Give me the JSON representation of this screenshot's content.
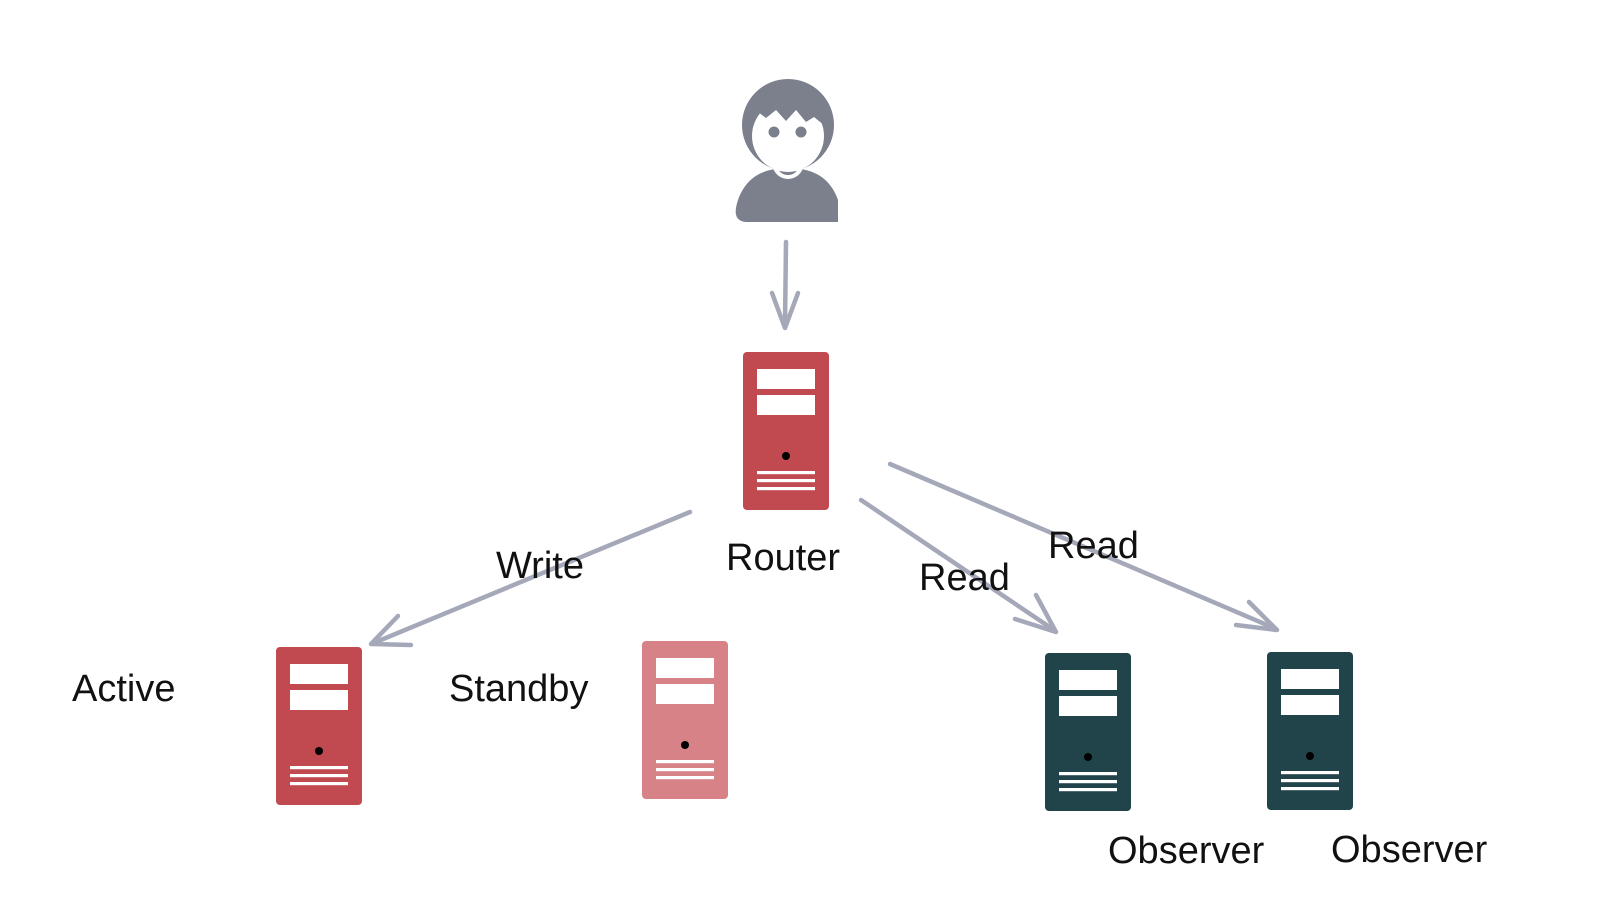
{
  "colors": {
    "router_server": "#c04a4f",
    "active_server": "#c04a4f",
    "standby_server": "#d68286",
    "observer_server": "#21444a",
    "observer_led": "#4fd2e6",
    "person": "#7b808c",
    "arrow": "#a4a8b8",
    "label_text": "#111111"
  },
  "nodes": {
    "user": {
      "icon": "person-icon"
    },
    "router": {
      "label": "Router",
      "icon": "server-icon"
    },
    "active": {
      "label": "Active",
      "icon": "server-icon"
    },
    "standby": {
      "label": "Standby",
      "icon": "server-icon"
    },
    "observer_1": {
      "label": "Observer",
      "icon": "server-icon"
    },
    "observer_2": {
      "label": "Observer",
      "icon": "server-icon"
    }
  },
  "edges": {
    "user_to_router": {
      "label": ""
    },
    "router_to_active": {
      "label": "Write"
    },
    "router_to_observer_1": {
      "label": "Read"
    },
    "router_to_observer_2": {
      "label": "Read"
    }
  }
}
